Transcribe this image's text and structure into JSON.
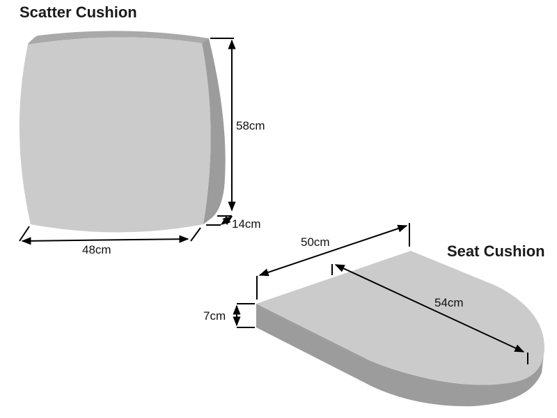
{
  "colors": {
    "top_face": "#cbcbcb",
    "side_face": "#9c9c9c",
    "edge_face": "#a9a9a9",
    "line": "#000000",
    "text": "#111111"
  },
  "scatter_cushion": {
    "title": "Scatter Cushion",
    "height_label": "58cm",
    "width_label": "48cm",
    "depth_label": "14cm"
  },
  "seat_cushion": {
    "title": "Seat Cushion",
    "width_label": "50cm",
    "depth_label": "54cm",
    "thickness_label": "7cm"
  }
}
